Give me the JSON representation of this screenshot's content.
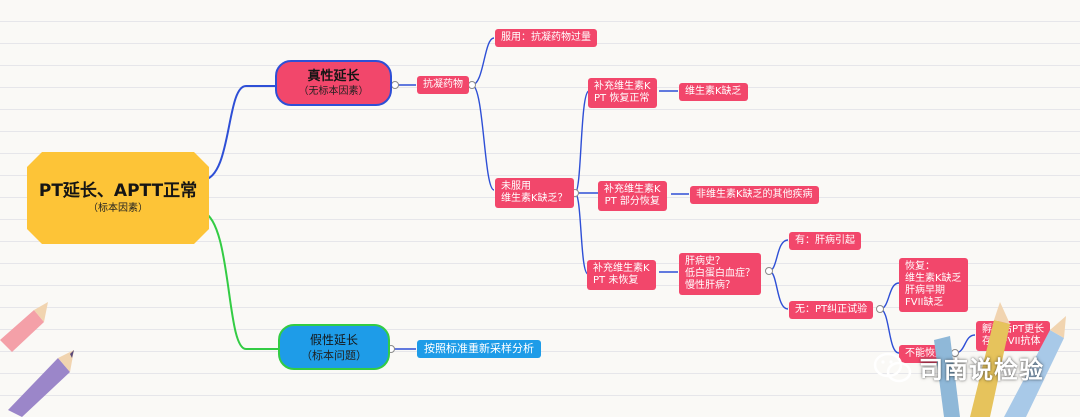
{
  "root": {
    "title": "PT延长、APTT正常",
    "subtitle": "（标本因素）"
  },
  "true_branch": {
    "title": "真性延长",
    "subtitle": "（无标本因素）"
  },
  "false_branch": {
    "title": "假性延长",
    "subtitle": "（标本问题）"
  },
  "nodes": {
    "anticoagulant": "抗凝药物",
    "overdose": "服用：抗凝药物过量",
    "not_taking": [
      "未服用",
      "维生素K缺乏？"
    ],
    "vitk_normal": [
      "补充维生素K",
      "PT 恢复正常"
    ],
    "vitk_deficiency": "维生素K缺乏",
    "vitk_partial": [
      "补充维生素K",
      "PT 部分恢复"
    ],
    "other_disease": "非维生素K缺乏的其他疾病",
    "vitk_none": [
      "补充维生素K",
      "PT 未恢复"
    ],
    "liver_question": [
      "肝病史？",
      "低白蛋白血症？",
      "慢性肝病？"
    ],
    "liver_yes": "有：肝病引起",
    "correction_test": "无：PT纠正试验",
    "recovered": [
      "恢复：",
      "维生素K缺乏",
      "肝病早期",
      "FVII缺乏"
    ],
    "not_recovered": "不能恢复",
    "fvii_antibody": [
      "孵育后PT更长",
      "存在FVII抗体"
    ],
    "resample": "按照标准重新采样分析"
  },
  "watermark": "司南说检验",
  "colors": {
    "root": "#fdc437",
    "true_branch": "#f2476b",
    "false_branch": "#1e9ce8",
    "leaf": "#f2476b",
    "link_true": "#2e4fd6",
    "link_false": "#33cc44"
  }
}
